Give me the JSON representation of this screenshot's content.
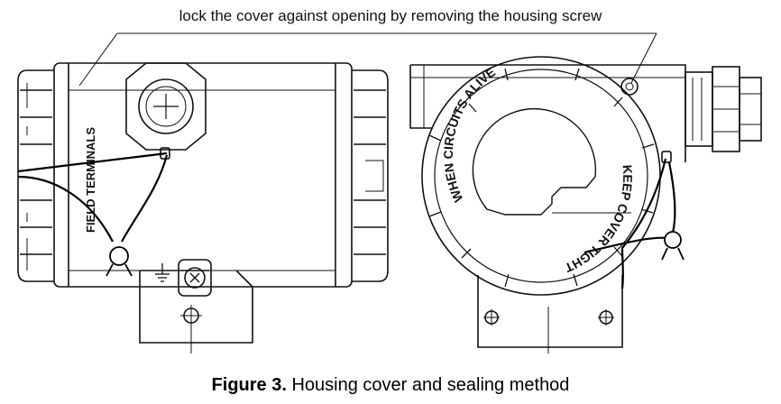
{
  "callout": {
    "text": "lock the cover against opening by removing the housing screw"
  },
  "left_view": {
    "side_label": "FIELD TERMINALS"
  },
  "right_view": {
    "cover_text_top": "WHEN CIRCUITS ALIVE",
    "cover_text_right": "KEEP COVER TIGHT"
  },
  "caption": {
    "label": "Figure 3.",
    "text": " Housing cover and sealing method"
  },
  "colors": {
    "line": "#111111",
    "background": "#ffffff"
  }
}
